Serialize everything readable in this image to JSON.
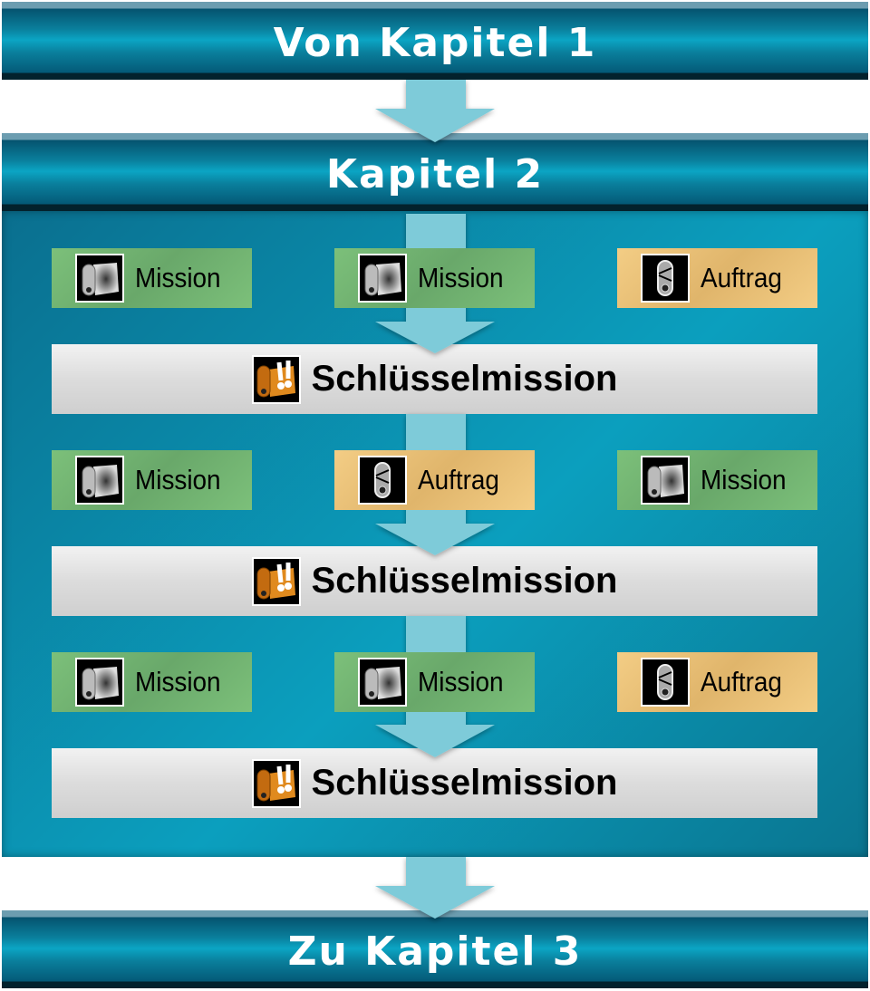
{
  "header_top": "Von Kapitel 1",
  "header_chapter": "Kapitel 2",
  "header_bottom": "Zu Kapitel 3",
  "colors": {
    "mission": "#74b573",
    "auftrag": "#eec47b",
    "key": "#dcdcdc",
    "bar": "#0a7f9c",
    "arrow": "#7ecbd9"
  },
  "rows": [
    {
      "items": [
        {
          "type": "mission",
          "label": "Mission",
          "icon": "map-scroll-icon"
        },
        {
          "type": "mission",
          "label": "Mission",
          "icon": "map-scroll-icon"
        },
        {
          "type": "auftrag",
          "label": "Auftrag",
          "icon": "safety-pin-icon"
        }
      ],
      "key": {
        "label": "Schlüsselmission",
        "icon": "key-mission-icon"
      }
    },
    {
      "items": [
        {
          "type": "mission",
          "label": "Mission",
          "icon": "map-scroll-icon"
        },
        {
          "type": "auftrag",
          "label": "Auftrag",
          "icon": "safety-pin-icon"
        },
        {
          "type": "mission",
          "label": "Mission",
          "icon": "map-scroll-icon"
        }
      ],
      "key": {
        "label": "Schlüsselmission",
        "icon": "key-mission-icon"
      }
    },
    {
      "items": [
        {
          "type": "mission",
          "label": "Mission",
          "icon": "map-scroll-icon"
        },
        {
          "type": "mission",
          "label": "Mission",
          "icon": "map-scroll-icon"
        },
        {
          "type": "auftrag",
          "label": "Auftrag",
          "icon": "safety-pin-icon"
        }
      ],
      "key": {
        "label": "Schlüsselmission",
        "icon": "key-mission-icon"
      }
    }
  ]
}
